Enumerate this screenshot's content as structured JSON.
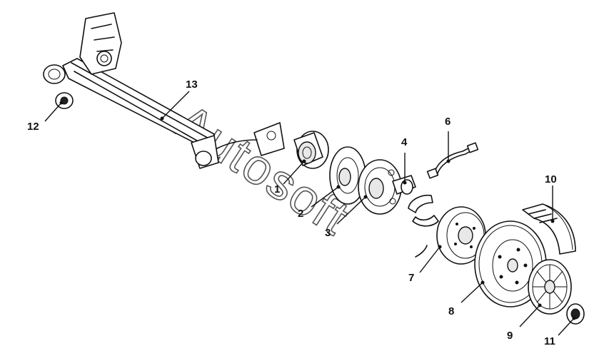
{
  "watermark": "Autosoft",
  "callouts": [
    "1",
    "2",
    "3",
    "4",
    "6",
    "7",
    "8",
    "9",
    "10",
    "11",
    "12",
    "13"
  ],
  "parts": [
    {
      "ref": "13",
      "name": "rear-axle-beam-icon"
    },
    {
      "ref": "12",
      "name": "bushing-icon"
    },
    {
      "ref": "1",
      "name": "hub-bearing-icon"
    },
    {
      "ref": "2",
      "name": "brake-backing-plate-icon"
    },
    {
      "ref": "3",
      "name": "brake-assembly-icon"
    },
    {
      "ref": "4",
      "name": "wheel-cylinder-icon"
    },
    {
      "ref": "6",
      "name": "brake-hose-icon"
    },
    {
      "ref": "7",
      "name": "brake-shoes-icon"
    },
    {
      "ref": "8",
      "name": "brake-drum-icon"
    },
    {
      "ref": "9",
      "name": "steel-wheel-icon"
    },
    {
      "ref": "10",
      "name": "tire-icon"
    },
    {
      "ref": "11",
      "name": "hub-cap-icon"
    }
  ]
}
